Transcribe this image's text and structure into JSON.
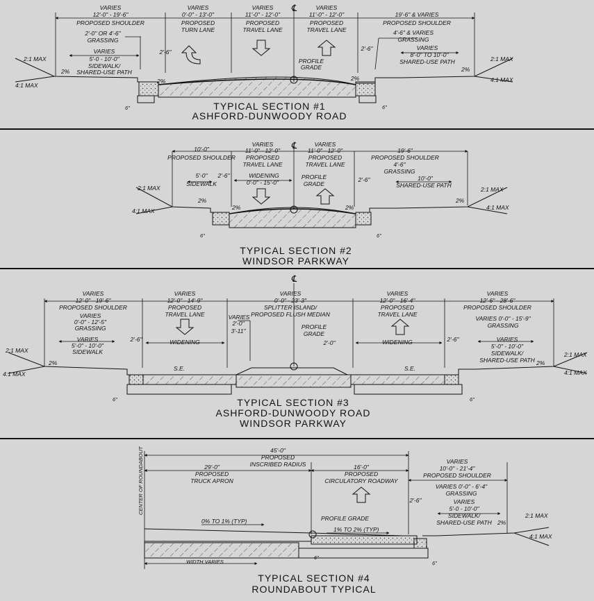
{
  "common": {
    "varies": "VARIES",
    "slope_21": "2:1 MAX",
    "slope_41": "4:1 MAX",
    "pct2": "2%",
    "six_in": "6\"",
    "cl": "℄",
    "profile": "PROFILE",
    "grade": "GRADE",
    "proposed": "PROPOSED",
    "travel_lane": "TRAVEL LANE",
    "proposed_shoulder": "PROPOSED SHOULDER",
    "grassing": "GRASSING",
    "sidewalk": "SIDEWALK",
    "shared_use_path": "SHARED-USE PATH",
    "widening": "WIDENING",
    "se": "S.E."
  },
  "s1": {
    "title1": "TYPICAL SECTION #1",
    "title2": "ASHFORD-DUNWOODY ROAD",
    "sh_l": "12'-0\" - 19'-6\"",
    "turn_dim": "0'-0\" - 13'-0\"",
    "turn": "TURN LANE",
    "tl_l": "11'-0\" - 12'-0\"",
    "tl_r": "11'-0\" - 12'-0\"",
    "sh_r": "19'-6\" & VARIES",
    "grass_l": "2'-0\" OR 4'-6\"",
    "grass_r": "4'-6\" & VARIES",
    "sw_l": "5'-0 - 10'-0\"",
    "sw_l_lbl": "SIDEWALK/",
    "gut": "2'-6\"",
    "sup_r": "8'-0\" TO 10'-0\"",
    "profile_grade": "PROFILE GRADE"
  },
  "s2": {
    "title1": "TYPICAL SECTION #2",
    "title2": "WINDSOR PARKWAY",
    "sh_l": "10'-0\"",
    "tl_l": "11'-0\" - 12'-0\"",
    "tl_r": "11'-0\" - 12'-0\"",
    "sh_r": "19'-6\"",
    "sw_l": "5'-0\"",
    "gut": "2'-6\"",
    "wid": "0'-0\" - 15'-0\"",
    "grass_r": "4'-6\"",
    "sup_r": "10'-0\""
  },
  "s3": {
    "title1": "TYPICAL SECTION #3",
    "title2": "ASHFORD-DUNWOODY ROAD",
    "title3": "WINDSOR PARKWAY",
    "sh_l": "12'-0\" - 19'-6\"",
    "tl_l": "12'-0\" - 14'-9\"",
    "med": "0'-0\" - 23'-3\"",
    "med_lbl1": "SPLITTER ISLAND/",
    "med_lbl2": "PROPOSED FLUSH MEDIAN",
    "tl_r": "12'-0\" - 16'-4\"",
    "sh_r": "12'-6\" - 28'-6\"",
    "grass_l": "0'-0\" - 12'-5\"",
    "sw_l": "5'-0\" - 10'-0\"",
    "gut": "2'-6\"",
    "v_a": "2'-0\"",
    "v_b": "3'-11\"",
    "gut_med": "2'-0\"",
    "grass_r": "VARIES 0'-0\" - 15'-9\"",
    "sw_r": "5'-0\" - 10'-0\"",
    "sw_r_lbl1": "SIDEWALK/",
    "sw_r_lbl2": "SHARED-USE PATH"
  },
  "s4": {
    "title1": "TYPICAL SECTION #4",
    "title2": "ROUNDABOUT TYPICAL",
    "center": "CENTER OF ROUNDABOUT",
    "insc": "45'-0\"",
    "insc_lbl": "INSCRIBED RADIUS",
    "apron": "29'-0\"",
    "apron_lbl": "TRUCK APRON",
    "circ": "16'-0\"",
    "circ_lbl": "CIRCULATORY ROADWAY",
    "sh_r": "10'-0\" - 21'-4\"",
    "grass_r": "VARIES 0'-0\" - 6'-4\"",
    "sw_r": "5'-0 - 10'-0\"",
    "slope_apron": "0% TO 1% (TYP)",
    "slope_circ": "1% TO 2% (TYP)",
    "width_varies": "WIDTH VARIES",
    "gut": "2'-6\"",
    "profile_grade": "PROFILE GRADE"
  }
}
